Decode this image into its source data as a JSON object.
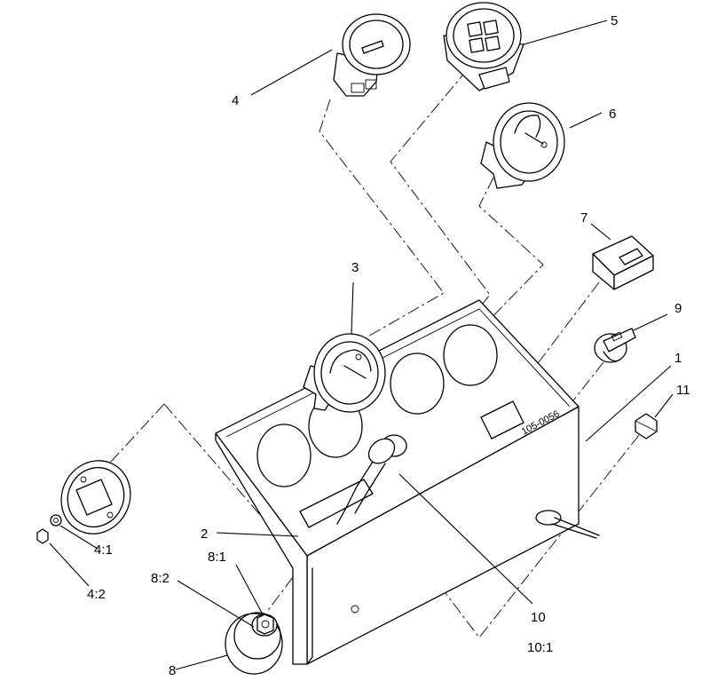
{
  "diagram": {
    "callouts": {
      "c1": "1",
      "c2": "2",
      "c3": "3",
      "c4": "4",
      "c4_1": "4:1",
      "c4_2": "4:2",
      "c5": "5",
      "c6": "6",
      "c7": "7",
      "c8": "8",
      "c8_1": "8:1",
      "c8_2": "8:2",
      "c9": "9",
      "c10": "10",
      "c10_1": "10:1",
      "c11": "11"
    },
    "panel_part_number": "105-0056"
  }
}
